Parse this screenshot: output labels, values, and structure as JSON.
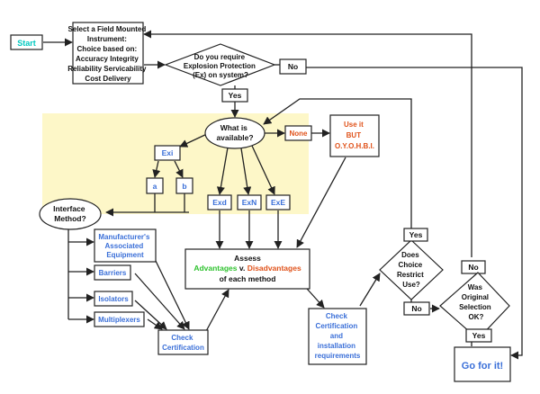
{
  "nodes": {
    "start": "Start",
    "select_box": [
      "Select a Field Mounted",
      "Instrument:",
      "Choice based on:",
      "Accuracy Integrity",
      "Reliability Servicability",
      "Cost Delivery"
    ],
    "explosion_q": [
      "Do you require",
      "Explosion Protection",
      "(Ex) on system?"
    ],
    "no1": "No",
    "yes1": "Yes",
    "available_q": [
      "What is",
      "available?"
    ],
    "none": "None",
    "use_it": [
      "Use it",
      "BUT",
      "O.Y.O.H.B.I."
    ],
    "exi": "Exi",
    "a": "a",
    "b": "b",
    "exd": "Exd",
    "exn": "ExN",
    "exe": "ExE",
    "interface_q": [
      "Interface",
      "Method?"
    ],
    "manufacturer": [
      "Manufacturer's",
      "Associated",
      "Equipment"
    ],
    "barriers": "Barriers",
    "isolators": "Isolators",
    "multiplexers": "Multiplexers",
    "check_cert": [
      "Check",
      "Certification"
    ],
    "assess": {
      "line1": "Assess",
      "advantages": "Advantages",
      "v": " v. ",
      "disadvantages": "Disadvantages",
      "line3": "of each method"
    },
    "check_install": [
      "Check",
      "Certification",
      "and",
      "installation",
      "requirements"
    ],
    "restrict_q": [
      "Does",
      "Choice",
      "Restrict",
      "Use?"
    ],
    "yes2": "Yes",
    "no2": "No",
    "no3": "No",
    "original_q": [
      "Was",
      "Original",
      "Selection",
      "OK?"
    ],
    "yes3": "Yes",
    "go": "Go for it!"
  },
  "colors": {
    "line": "#222222",
    "start_text": "#00c8c0",
    "blue_text": "#3a6fd8",
    "orange_text": "#e0521a",
    "green_text": "#2ec22e",
    "highlight": "#fdf7c8"
  }
}
